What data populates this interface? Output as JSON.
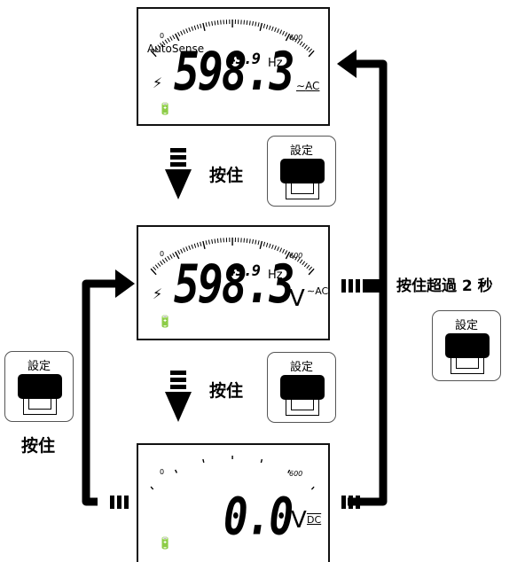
{
  "action_hold": "按住",
  "action_hold_long": "按住超過 2 秒",
  "button_label": "設定",
  "screen1": {
    "autosense": "AutoSense",
    "freq": "49.9",
    "freq_unit": "Hz",
    "main": "598.3",
    "ac": "AC",
    "scale_min": "0",
    "scale_max": "600"
  },
  "screen2": {
    "freq": "49.9",
    "freq_unit": "Hz",
    "main": "598.3",
    "unit": "V",
    "ac": "AC",
    "scale_min": "0",
    "scale_max": "600"
  },
  "screen3": {
    "main": "0.0",
    "unit": "V",
    "dc": "DC",
    "scale_min": "0",
    "scale_max": "600"
  }
}
